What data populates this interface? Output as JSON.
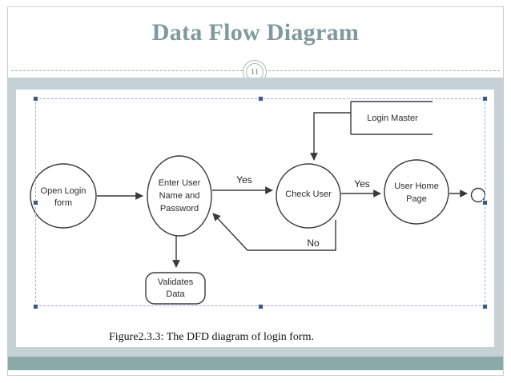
{
  "slide": {
    "title": "Data Flow Diagram",
    "page_number": "11",
    "caption": "Figure2.3.3: The DFD diagram of login form.",
    "colors": {
      "title_text": "#7e9a9a",
      "body_panel": "#c6d0d7",
      "accent_bar": "#8ba9a9",
      "sheet": "#ffffff",
      "selection_handle": "#3c5b84",
      "selection_outline": "#98b0cc",
      "diagram_stroke": "#3a3a3a"
    }
  },
  "diagram": {
    "type": "data-flow-diagram",
    "nodes": [
      {
        "id": "open-login-form",
        "shape": "ellipse",
        "label_line1": "Open Login",
        "label_line2": "form"
      },
      {
        "id": "enter-credentials",
        "shape": "ellipse",
        "label_line1": "Enter User",
        "label_line2": "Name and",
        "label_line3": "Password"
      },
      {
        "id": "check-user",
        "shape": "ellipse",
        "label_line1": "Check User"
      },
      {
        "id": "user-home-page",
        "shape": "ellipse",
        "label_line1": "User Home",
        "label_line2": "Page"
      },
      {
        "id": "validates-data",
        "shape": "rounded-rectangle",
        "label_line1": "Validates",
        "label_line2": "Data"
      },
      {
        "id": "login-master",
        "shape": "data-store",
        "label_line1": "Login Master"
      },
      {
        "id": "end-terminator",
        "shape": "small-circle",
        "label_line1": ""
      }
    ],
    "edges": [
      {
        "from": "open-login-form",
        "to": "enter-credentials",
        "label": ""
      },
      {
        "from": "enter-credentials",
        "to": "check-user",
        "label": "Yes"
      },
      {
        "from": "check-user",
        "to": "user-home-page",
        "label": "Yes"
      },
      {
        "from": "check-user",
        "to": "enter-credentials",
        "label": "No"
      },
      {
        "from": "enter-credentials",
        "to": "validates-data",
        "label": ""
      },
      {
        "from": "login-master",
        "to": "check-user",
        "label": ""
      },
      {
        "from": "user-home-page",
        "to": "end-terminator",
        "label": ""
      }
    ],
    "edge_labels": {
      "yes_first": "Yes",
      "yes_second": "Yes",
      "no": "No"
    }
  }
}
